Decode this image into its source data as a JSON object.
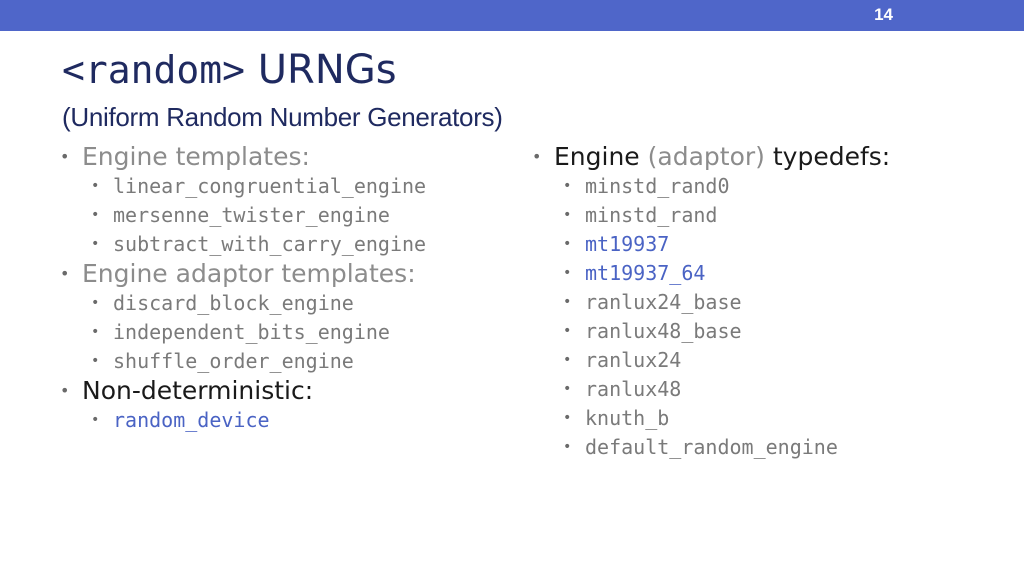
{
  "slide": {
    "number": "14",
    "title_code": "<random>",
    "title_text": " URNGs",
    "subtitle": "(Uniform Random Number Generators)"
  },
  "left": {
    "engine_templates": {
      "label": "Engine templates:",
      "items": [
        "linear_congruential_engine",
        "mersenne_twister_engine",
        "subtract_with_carry_engine"
      ]
    },
    "adaptor_templates": {
      "label": "Engine adaptor templates:",
      "items": [
        "discard_block_engine",
        "independent_bits_engine",
        "shuffle_order_engine"
      ]
    },
    "non_deterministic": {
      "label": "Non-deterministic:",
      "items": [
        "random_device"
      ]
    }
  },
  "right": {
    "heading_a": "Engine ",
    "heading_b": "(adaptor)",
    "heading_c": " typedefs:",
    "items": [
      "minstd_rand0",
      "minstd_rand",
      "mt19937",
      "mt19937_64",
      "ranlux24_base",
      "ranlux48_base",
      "ranlux24",
      "ranlux48",
      "knuth_b",
      "default_random_engine"
    ]
  },
  "colors": {
    "header_bar": "#4f66c9",
    "highlight_blue": "#4a63c4",
    "muted_gray": "#8c8c8c"
  }
}
